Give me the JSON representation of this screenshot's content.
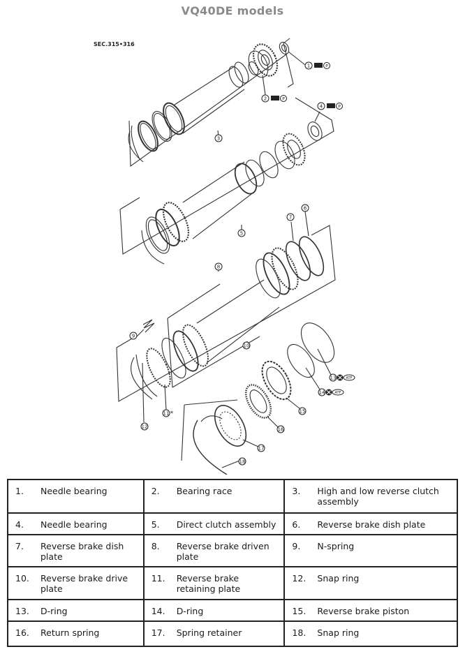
{
  "title": "VQ40DE models",
  "diagram": {
    "section_ref": "SEC.315•316",
    "callouts": [
      "1",
      "2",
      "3",
      "4",
      "5",
      "6",
      "7",
      "8",
      "9",
      "10",
      "11",
      "12",
      "13",
      "14",
      "15",
      "16",
      "17",
      "18"
    ],
    "asterisk": "*",
    "lube_tag": "",
    "atf_tag": "ATF",
    "p_mark": "P"
  },
  "legend": [
    [
      {
        "num": "1.",
        "label": "Needle bearing"
      },
      {
        "num": "2.",
        "label": "Bearing race"
      },
      {
        "num": "3.",
        "label": "High and low reverse clutch assembly"
      }
    ],
    [
      {
        "num": "4.",
        "label": "Needle bearing"
      },
      {
        "num": "5.",
        "label": "Direct clutch assembly"
      },
      {
        "num": "6.",
        "label": "Reverse brake dish plate"
      }
    ],
    [
      {
        "num": "7.",
        "label": "Reverse brake dish plate"
      },
      {
        "num": "8.",
        "label": "Reverse brake driven plate"
      },
      {
        "num": "9.",
        "label": "N-spring"
      }
    ],
    [
      {
        "num": "10.",
        "label": "Reverse brake drive plate"
      },
      {
        "num": "11.",
        "label": "Reverse brake retaining plate"
      },
      {
        "num": "12.",
        "label": "Snap ring"
      }
    ],
    [
      {
        "num": "13.",
        "label": "D-ring"
      },
      {
        "num": "14.",
        "label": "D-ring"
      },
      {
        "num": "15.",
        "label": "Reverse brake piston"
      }
    ],
    [
      {
        "num": "16.",
        "label": "Return spring"
      },
      {
        "num": "17.",
        "label": "Spring retainer"
      },
      {
        "num": "18.",
        "label": "Snap ring"
      }
    ]
  ]
}
